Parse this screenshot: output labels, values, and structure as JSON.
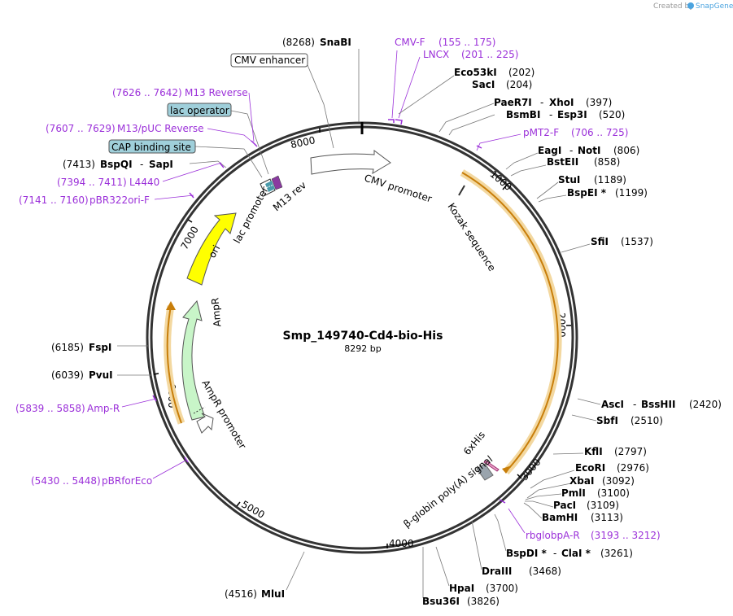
{
  "plasmid": {
    "name": "Smp_149740-Cd4-bio-His",
    "length": "8292 bp"
  },
  "credit": {
    "prefix": "Created by",
    "brand": "SnapGene"
  },
  "ticks": [
    "1000",
    "2000",
    "3000",
    "4000",
    "5000",
    "6000",
    "7000",
    "8000"
  ],
  "features": {
    "cmv_promoter": "CMV promoter",
    "kozak": "Kozak sequence",
    "his": "6xHis",
    "globin": "β-globin poly(A) signal",
    "ampr": "AmpR",
    "ampr_promoter": "AmpR promoter",
    "ori": "ori",
    "lac_promoter": "lac promoter",
    "m13rev": "M13 rev"
  },
  "boxes": {
    "cmv_enhancer": "CMV enhancer",
    "lac_operator": "lac operator",
    "cap_site": "CAP binding site"
  },
  "sites": {
    "snabi": {
      "pos": "(8268)",
      "name": "SnaBI"
    },
    "eco53ki": {
      "name": "Eco53kI",
      "pos": "(202)"
    },
    "saci": {
      "name": "SacI",
      "pos": "(204)"
    },
    "paer7i": {
      "name1": "PaeR7I",
      "sep": "-",
      "name2": "XhoI",
      "pos": "(397)"
    },
    "bsmbi": {
      "name1": "BsmBI",
      "sep": "-",
      "name2": "Esp3I",
      "pos": "(520)"
    },
    "eagi": {
      "name1": "EagI",
      "sep": "-",
      "name2": "NotI",
      "pos": "(806)"
    },
    "bsteii": {
      "name": "BstEII",
      "pos": "(858)"
    },
    "stui": {
      "name": "StuI",
      "pos": "(1189)"
    },
    "bspei": {
      "name": "BspEI *",
      "pos": "(1199)"
    },
    "sfii": {
      "name": "SfiI",
      "pos": "(1537)"
    },
    "asci": {
      "name1": "AscI",
      "sep": "-",
      "name2": "BssHII",
      "pos": "(2420)"
    },
    "sbfi": {
      "name": "SbfI",
      "pos": "(2510)"
    },
    "kfli": {
      "name": "KflI",
      "pos": "(2797)"
    },
    "ecori": {
      "name": "EcoRI",
      "pos": "(2976)"
    },
    "xbai": {
      "name": "XbaI",
      "pos": "(3092)"
    },
    "pmli": {
      "name": "PmlI",
      "pos": "(3100)"
    },
    "paci": {
      "name": "PacI",
      "pos": "(3109)"
    },
    "bamhi": {
      "name": "BamHI",
      "pos": "(3113)"
    },
    "bspdi": {
      "name1": "BspDI *",
      "sep": "-",
      "name2": "ClaI *",
      "pos": "(3261)"
    },
    "draiii": {
      "name": "DraIII",
      "pos": "(3468)"
    },
    "hpai": {
      "name": "HpaI",
      "pos": "(3700)"
    },
    "bsu36i": {
      "name": "Bsu36I",
      "pos": "(3826)"
    },
    "mlui": {
      "pos": "(4516)",
      "name": "MluI"
    },
    "pvui": {
      "pos": "(6039)",
      "name": "PvuI"
    },
    "fspi": {
      "pos": "(6185)",
      "name": "FspI"
    },
    "bspqi": {
      "pos": "(7413)",
      "name1": "BspQI",
      "sep": "-",
      "name2": "SapI"
    }
  },
  "primers": {
    "cmvf": {
      "name": "CMV-F",
      "range": "(155 .. 175)"
    },
    "lncx": {
      "name": "LNCX",
      "range": "(201 .. 225)"
    },
    "pmt2f": {
      "name": "pMT2-F",
      "range": "(706 .. 725)"
    },
    "rbglob": {
      "name": "rbglobpA-R",
      "range": "(3193 .. 3212)"
    },
    "pbrfor": {
      "range": "(5430 .. 5448)",
      "name": "pBRforEco"
    },
    "ampr": {
      "range": "(5839 .. 5858)",
      "name": "Amp-R"
    },
    "pbr322": {
      "range": "(7141 .. 7160)",
      "name": "pBR322ori-F"
    },
    "l4440": {
      "range": "(7394 .. 7411)",
      "name": "L4440"
    },
    "m13puc": {
      "range": "(7607 .. 7629)",
      "name": "M13/pUC Reverse"
    },
    "m13rev": {
      "range": "(7626 .. 7642)",
      "name": "M13 Reverse"
    }
  }
}
